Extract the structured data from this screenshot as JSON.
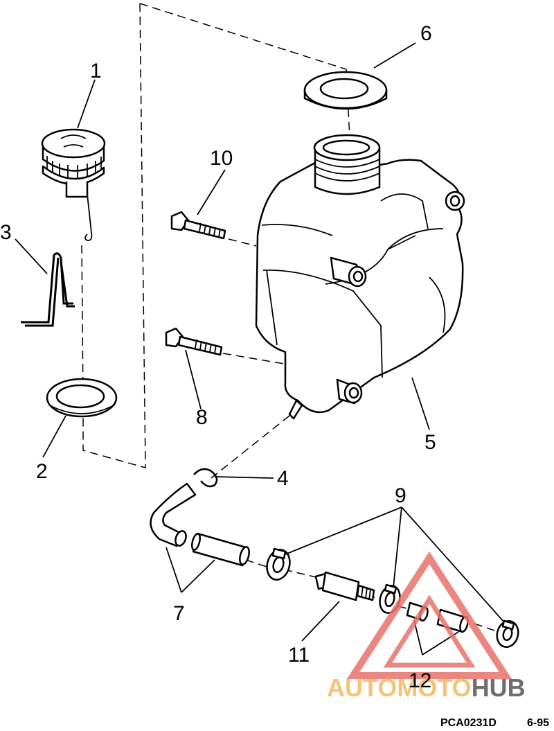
{
  "callouts": {
    "c1": "1",
    "c2": "2",
    "c3": "3",
    "c4": "4",
    "c5": "5",
    "c6": "6",
    "c7": "7",
    "c8": "8",
    "c9": "9",
    "c10": "10",
    "c11": "11",
    "c12": "12"
  },
  "footer": {
    "drawing_code": "PCA0231D",
    "date_code": "6-95"
  },
  "watermark": {
    "part1": "AUTO",
    "part2": "MOTO",
    "part3": "HUB",
    "color_primary": "#e8736b",
    "color_secondary": "#f4b860",
    "color_dark": "#555555"
  }
}
